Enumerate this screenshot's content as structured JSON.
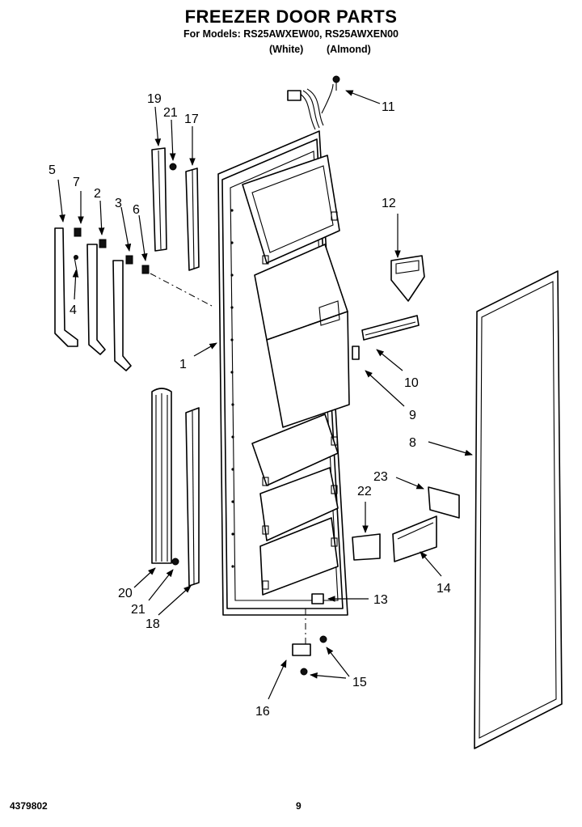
{
  "header": {
    "title": "FREEZER DOOR PARTS",
    "models": "For Models: RS25AWXEW00, RS25AWXEN00",
    "variant_1": "(White)",
    "variant_2": "(Almond)"
  },
  "footer": {
    "doc_number": "4379802",
    "page_number": "9"
  },
  "callouts": {
    "c1": "1",
    "c2": "2",
    "c3": "3",
    "c4": "4",
    "c5": "5",
    "c6": "6",
    "c7": "7",
    "c8": "8",
    "c9": "9",
    "c10": "10",
    "c11": "11",
    "c12": "12",
    "c13": "13",
    "c14": "14",
    "c15": "15",
    "c16": "16",
    "c17": "17",
    "c18": "18",
    "c19": "19",
    "c20": "20",
    "c21a": "21",
    "c21b": "21",
    "c22": "22",
    "c23": "23"
  }
}
